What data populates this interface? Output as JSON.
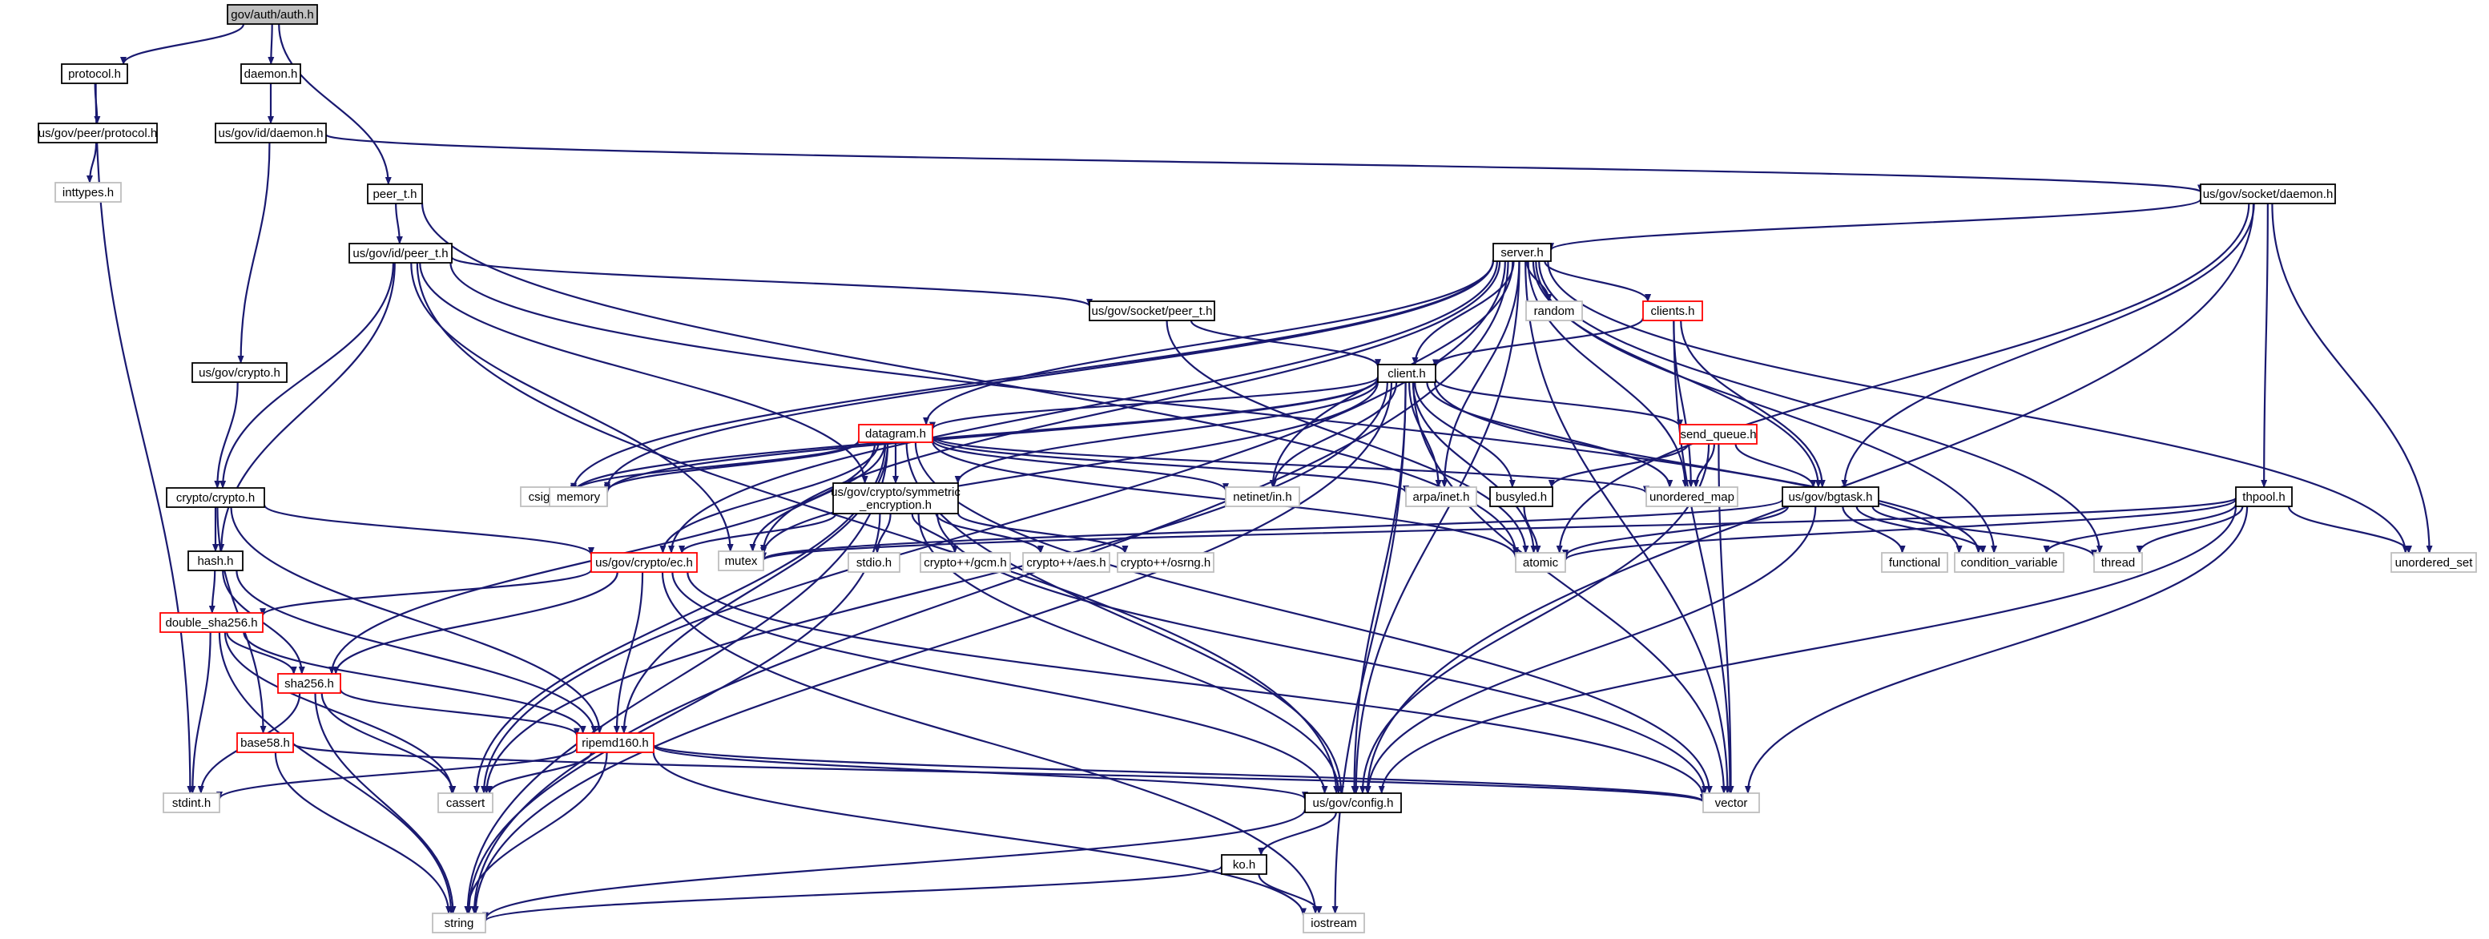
{
  "colors": {
    "edge": "#191970",
    "normal_border": "#000000",
    "missing_border": "#bfbfbf",
    "truncated_border": "#ff0000",
    "root_fill": "#bfbfbf",
    "node_fill": "#ffffff"
  },
  "nodes": [
    {
      "id": "auth_h",
      "label": "gov/auth/auth.h",
      "kind": "root"
    },
    {
      "id": "protocol_h",
      "label": "protocol.h",
      "kind": "normal"
    },
    {
      "id": "daemon_h",
      "label": "daemon.h",
      "kind": "normal"
    },
    {
      "id": "peer_protocol_h",
      "label": "us/gov/peer/protocol.h",
      "kind": "normal"
    },
    {
      "id": "id_daemon_h",
      "label": "us/gov/id/daemon.h",
      "kind": "normal"
    },
    {
      "id": "inttypes_h",
      "label": "inttypes.h",
      "kind": "missing"
    },
    {
      "id": "peer_t_h",
      "label": "peer_t.h",
      "kind": "normal"
    },
    {
      "id": "socket_daemon_h",
      "label": "us/gov/socket/daemon.h",
      "kind": "normal"
    },
    {
      "id": "id_peer_t_h",
      "label": "us/gov/id/peer_t.h",
      "kind": "normal"
    },
    {
      "id": "server_h",
      "label": "server.h",
      "kind": "normal"
    },
    {
      "id": "socket_peer_t_h",
      "label": "us/gov/socket/peer_t.h",
      "kind": "normal"
    },
    {
      "id": "random",
      "label": "random",
      "kind": "missing"
    },
    {
      "id": "clients_h",
      "label": "clients.h",
      "kind": "truncated"
    },
    {
      "id": "gov_crypto_h",
      "label": "us/gov/crypto.h",
      "kind": "normal"
    },
    {
      "id": "client_h",
      "label": "client.h",
      "kind": "normal"
    },
    {
      "id": "datagram_h",
      "label": "datagram.h",
      "kind": "truncated"
    },
    {
      "id": "send_queue_h",
      "label": "send_queue.h",
      "kind": "truncated"
    },
    {
      "id": "csignal",
      "label": "csignal",
      "kind": "missing"
    },
    {
      "id": "memory",
      "label": "memory",
      "kind": "missing"
    },
    {
      "id": "symmetric_encryption_h",
      "label": "us/gov/crypto/symmetric\n_encryption.h",
      "kind": "normal"
    },
    {
      "id": "netinet_in_h",
      "label": "netinet/in.h",
      "kind": "missing"
    },
    {
      "id": "arpa_inet_h",
      "label": "arpa/inet.h",
      "kind": "missing"
    },
    {
      "id": "busyled_h",
      "label": "busyled.h",
      "kind": "normal"
    },
    {
      "id": "unordered_map",
      "label": "unordered_map",
      "kind": "missing"
    },
    {
      "id": "bgtask_h",
      "label": "us/gov/bgtask.h",
      "kind": "normal"
    },
    {
      "id": "thpool_h",
      "label": "thpool.h",
      "kind": "normal"
    },
    {
      "id": "crypto_crypto_h",
      "label": "crypto/crypto.h",
      "kind": "normal"
    },
    {
      "id": "hash_h",
      "label": "hash.h",
      "kind": "normal"
    },
    {
      "id": "ec_h",
      "label": "us/gov/crypto/ec.h",
      "kind": "truncated"
    },
    {
      "id": "mutex",
      "label": "mutex",
      "kind": "missing"
    },
    {
      "id": "stdio_h",
      "label": "stdio.h",
      "kind": "missing"
    },
    {
      "id": "gcm_h",
      "label": "crypto++/gcm.h",
      "kind": "missing"
    },
    {
      "id": "aes_h",
      "label": "crypto++/aes.h",
      "kind": "missing"
    },
    {
      "id": "osrng_h",
      "label": "crypto++/osrng.h",
      "kind": "missing"
    },
    {
      "id": "atomic",
      "label": "atomic",
      "kind": "missing"
    },
    {
      "id": "functional",
      "label": "functional",
      "kind": "missing"
    },
    {
      "id": "condition_variable",
      "label": "condition_variable",
      "kind": "missing"
    },
    {
      "id": "thread",
      "label": "thread",
      "kind": "missing"
    },
    {
      "id": "unordered_set",
      "label": "unordered_set",
      "kind": "missing"
    },
    {
      "id": "double_sha256_h",
      "label": "double_sha256.h",
      "kind": "truncated"
    },
    {
      "id": "sha256_h",
      "label": "sha256.h",
      "kind": "truncated"
    },
    {
      "id": "base58_h",
      "label": "base58.h",
      "kind": "truncated"
    },
    {
      "id": "ripemd160_h",
      "label": "ripemd160.h",
      "kind": "truncated"
    },
    {
      "id": "stdint_h",
      "label": "stdint.h",
      "kind": "missing"
    },
    {
      "id": "cassert",
      "label": "cassert",
      "kind": "missing"
    },
    {
      "id": "config_h",
      "label": "us/gov/config.h",
      "kind": "normal"
    },
    {
      "id": "vector",
      "label": "vector",
      "kind": "missing"
    },
    {
      "id": "ko_h",
      "label": "ko.h",
      "kind": "normal"
    },
    {
      "id": "string",
      "label": "string",
      "kind": "missing"
    },
    {
      "id": "iostream",
      "label": "iostream",
      "kind": "missing"
    }
  ],
  "edges": [
    [
      "auth_h",
      "protocol_h"
    ],
    [
      "auth_h",
      "daemon_h"
    ],
    [
      "auth_h",
      "peer_t_h"
    ],
    [
      "protocol_h",
      "peer_protocol_h"
    ],
    [
      "protocol_h",
      "stdint_h"
    ],
    [
      "peer_protocol_h",
      "inttypes_h"
    ],
    [
      "daemon_h",
      "id_daemon_h"
    ],
    [
      "id_daemon_h",
      "socket_daemon_h"
    ],
    [
      "id_daemon_h",
      "gov_crypto_h"
    ],
    [
      "peer_t_h",
      "id_peer_t_h"
    ],
    [
      "peer_t_h",
      "atomic"
    ],
    [
      "socket_daemon_h",
      "server_h"
    ],
    [
      "socket_daemon_h",
      "atomic"
    ],
    [
      "socket_daemon_h",
      "bgtask_h"
    ],
    [
      "socket_daemon_h",
      "thpool_h"
    ],
    [
      "socket_daemon_h",
      "config_h"
    ],
    [
      "socket_daemon_h",
      "unordered_set"
    ],
    [
      "id_peer_t_h",
      "socket_peer_t_h"
    ],
    [
      "id_peer_t_h",
      "hash_h"
    ],
    [
      "id_peer_t_h",
      "crypto_crypto_h"
    ],
    [
      "id_peer_t_h",
      "mutex"
    ],
    [
      "id_peer_t_h",
      "symmetric_encryption_h"
    ],
    [
      "id_peer_t_h",
      "config_h"
    ],
    [
      "id_peer_t_h",
      "condition_variable"
    ],
    [
      "server_h",
      "random"
    ],
    [
      "server_h",
      "clients_h"
    ],
    [
      "server_h",
      "client_h"
    ],
    [
      "server_h",
      "datagram_h"
    ],
    [
      "server_h",
      "csignal"
    ],
    [
      "server_h",
      "memory"
    ],
    [
      "server_h",
      "netinet_in_h"
    ],
    [
      "server_h",
      "arpa_inet_h"
    ],
    [
      "server_h",
      "unordered_map"
    ],
    [
      "server_h",
      "bgtask_h"
    ],
    [
      "server_h",
      "mutex"
    ],
    [
      "server_h",
      "ec_h"
    ],
    [
      "server_h",
      "cassert"
    ],
    [
      "server_h",
      "string"
    ],
    [
      "server_h",
      "config_h"
    ],
    [
      "server_h",
      "vector"
    ],
    [
      "server_h",
      "thread"
    ],
    [
      "server_h",
      "condition_variable"
    ],
    [
      "server_h",
      "unordered_set"
    ],
    [
      "socket_peer_t_h",
      "client_h"
    ],
    [
      "socket_peer_t_h",
      "atomic"
    ],
    [
      "clients_h",
      "client_h"
    ],
    [
      "clients_h",
      "unordered_map"
    ],
    [
      "clients_h",
      "bgtask_h"
    ],
    [
      "clients_h",
      "vector"
    ],
    [
      "gov_crypto_h",
      "crypto_crypto_h"
    ],
    [
      "client_h",
      "datagram_h"
    ],
    [
      "client_h",
      "send_queue_h"
    ],
    [
      "client_h",
      "csignal"
    ],
    [
      "client_h",
      "memory"
    ],
    [
      "client_h",
      "symmetric_encryption_h"
    ],
    [
      "client_h",
      "netinet_in_h"
    ],
    [
      "client_h",
      "arpa_inet_h"
    ],
    [
      "client_h",
      "busyled_h"
    ],
    [
      "client_h",
      "unordered_map"
    ],
    [
      "client_h",
      "atomic"
    ],
    [
      "client_h",
      "mutex"
    ],
    [
      "client_h",
      "config_h"
    ],
    [
      "client_h",
      "string"
    ],
    [
      "client_h",
      "vector"
    ],
    [
      "client_h",
      "iostream"
    ],
    [
      "client_h",
      "condition_variable"
    ],
    [
      "client_h",
      "cassert"
    ],
    [
      "datagram_h",
      "symmetric_encryption_h"
    ],
    [
      "datagram_h",
      "ec_h"
    ],
    [
      "datagram_h",
      "mutex"
    ],
    [
      "datagram_h",
      "netinet_in_h"
    ],
    [
      "datagram_h",
      "arpa_inet_h"
    ],
    [
      "datagram_h",
      "unordered_map"
    ],
    [
      "datagram_h",
      "csignal"
    ],
    [
      "datagram_h",
      "memory"
    ],
    [
      "datagram_h",
      "sha256_h"
    ],
    [
      "datagram_h",
      "ripemd160_h"
    ],
    [
      "datagram_h",
      "cassert"
    ],
    [
      "datagram_h",
      "string"
    ],
    [
      "datagram_h",
      "config_h"
    ],
    [
      "datagram_h",
      "vector"
    ],
    [
      "datagram_h",
      "atomic"
    ],
    [
      "send_queue_h",
      "busyled_h"
    ],
    [
      "send_queue_h",
      "bgtask_h"
    ],
    [
      "send_queue_h",
      "unordered_map"
    ],
    [
      "send_queue_h",
      "config_h"
    ],
    [
      "send_queue_h",
      "vector"
    ],
    [
      "symmetric_encryption_h",
      "ec_h"
    ],
    [
      "symmetric_encryption_h",
      "stdio_h"
    ],
    [
      "symmetric_encryption_h",
      "gcm_h"
    ],
    [
      "symmetric_encryption_h",
      "aes_h"
    ],
    [
      "symmetric_encryption_h",
      "osrng_h"
    ],
    [
      "symmetric_encryption_h",
      "string"
    ],
    [
      "symmetric_encryption_h",
      "config_h"
    ],
    [
      "symmetric_encryption_h",
      "vector"
    ],
    [
      "busyled_h",
      "atomic"
    ],
    [
      "bgtask_h",
      "functional"
    ],
    [
      "bgtask_h",
      "condition_variable"
    ],
    [
      "bgtask_h",
      "thread"
    ],
    [
      "bgtask_h",
      "atomic"
    ],
    [
      "bgtask_h",
      "mutex"
    ],
    [
      "bgtask_h",
      "config_h"
    ],
    [
      "thpool_h",
      "mutex"
    ],
    [
      "thpool_h",
      "condition_variable"
    ],
    [
      "thpool_h",
      "thread"
    ],
    [
      "thpool_h",
      "atomic"
    ],
    [
      "thpool_h",
      "unordered_set"
    ],
    [
      "thpool_h",
      "vector"
    ],
    [
      "thpool_h",
      "config_h"
    ],
    [
      "crypto_crypto_h",
      "hash_h"
    ],
    [
      "crypto_crypto_h",
      "ec_h"
    ],
    [
      "crypto_crypto_h",
      "base58_h"
    ],
    [
      "crypto_crypto_h",
      "ripemd160_h"
    ],
    [
      "hash_h",
      "double_sha256_h"
    ],
    [
      "hash_h",
      "sha256_h"
    ],
    [
      "hash_h",
      "ripemd160_h"
    ],
    [
      "ec_h",
      "double_sha256_h"
    ],
    [
      "ec_h",
      "sha256_h"
    ],
    [
      "ec_h",
      "ripemd160_h"
    ],
    [
      "ec_h",
      "config_h"
    ],
    [
      "ec_h",
      "vector"
    ],
    [
      "ec_h",
      "iostream"
    ],
    [
      "double_sha256_h",
      "sha256_h"
    ],
    [
      "double_sha256_h",
      "ripemd160_h"
    ],
    [
      "double_sha256_h",
      "stdint_h"
    ],
    [
      "double_sha256_h",
      "cassert"
    ],
    [
      "double_sha256_h",
      "string"
    ],
    [
      "sha256_h",
      "ripemd160_h"
    ],
    [
      "sha256_h",
      "stdint_h"
    ],
    [
      "sha256_h",
      "cassert"
    ],
    [
      "sha256_h",
      "string"
    ],
    [
      "base58_h",
      "string"
    ],
    [
      "base58_h",
      "vector"
    ],
    [
      "ripemd160_h",
      "stdint_h"
    ],
    [
      "ripemd160_h",
      "cassert"
    ],
    [
      "ripemd160_h",
      "string"
    ],
    [
      "ripemd160_h",
      "config_h"
    ],
    [
      "ripemd160_h",
      "vector"
    ],
    [
      "ripemd160_h",
      "iostream"
    ],
    [
      "config_h",
      "ko_h"
    ],
    [
      "config_h",
      "string"
    ],
    [
      "ko_h",
      "string"
    ],
    [
      "ko_h",
      "iostream"
    ]
  ]
}
